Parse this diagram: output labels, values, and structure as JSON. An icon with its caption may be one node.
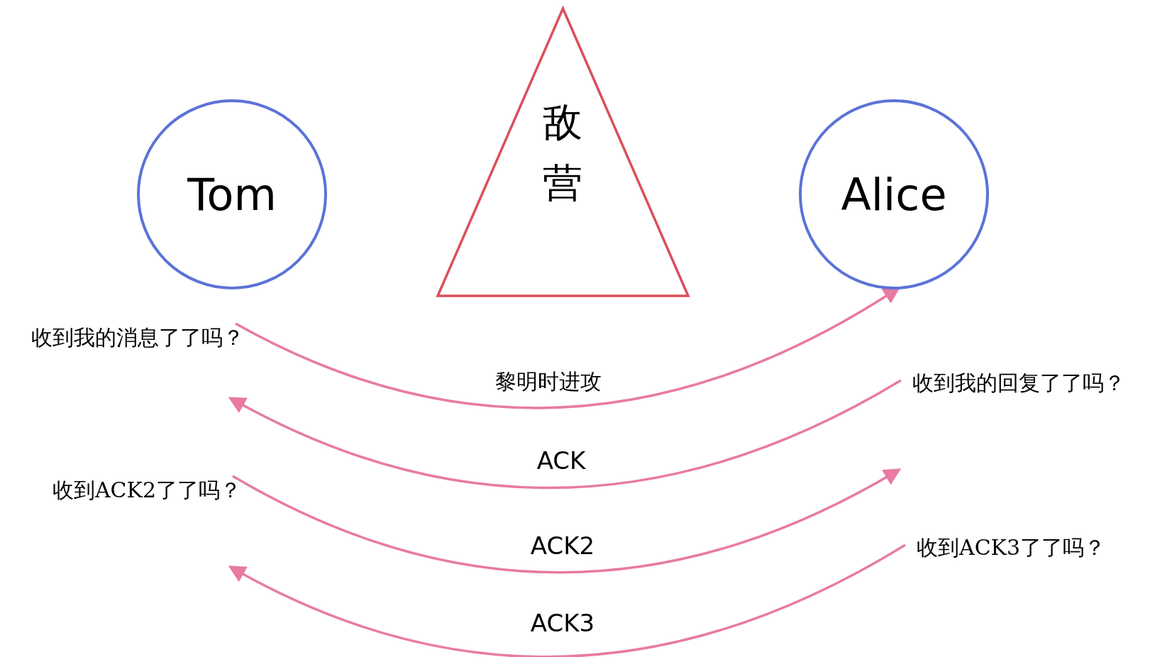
{
  "diagram": {
    "nodes": [
      {
        "text": [
          "Tom"
        ]
      },
      {
        "text": [
          "敌营"
        ]
      },
      {
        "text": [
          "Alice"
        ]
      },
      {
        "text": [
          "收到我的消息了了吗？"
        ]
      },
      {
        "text": [
          "收到我的回复了了吗？"
        ]
      },
      {
        "text": [
          "收到ACK2了了吗？"
        ]
      },
      {
        "text": [
          "收到ACK3了了吗？"
        ]
      }
    ],
    "edges": [
      {
        "from": 3,
        "to": 2,
        "arrow": "to",
        "label": "黎明时进攻"
      },
      {
        "from": 4,
        "to": null,
        "arrow": "to",
        "label": "ACK"
      },
      {
        "from": 5,
        "to": null,
        "arrow": "to",
        "label": "ACK2"
      },
      {
        "from": 6,
        "to": null,
        "arrow": "to",
        "label": "ACK3"
      }
    ]
  }
}
